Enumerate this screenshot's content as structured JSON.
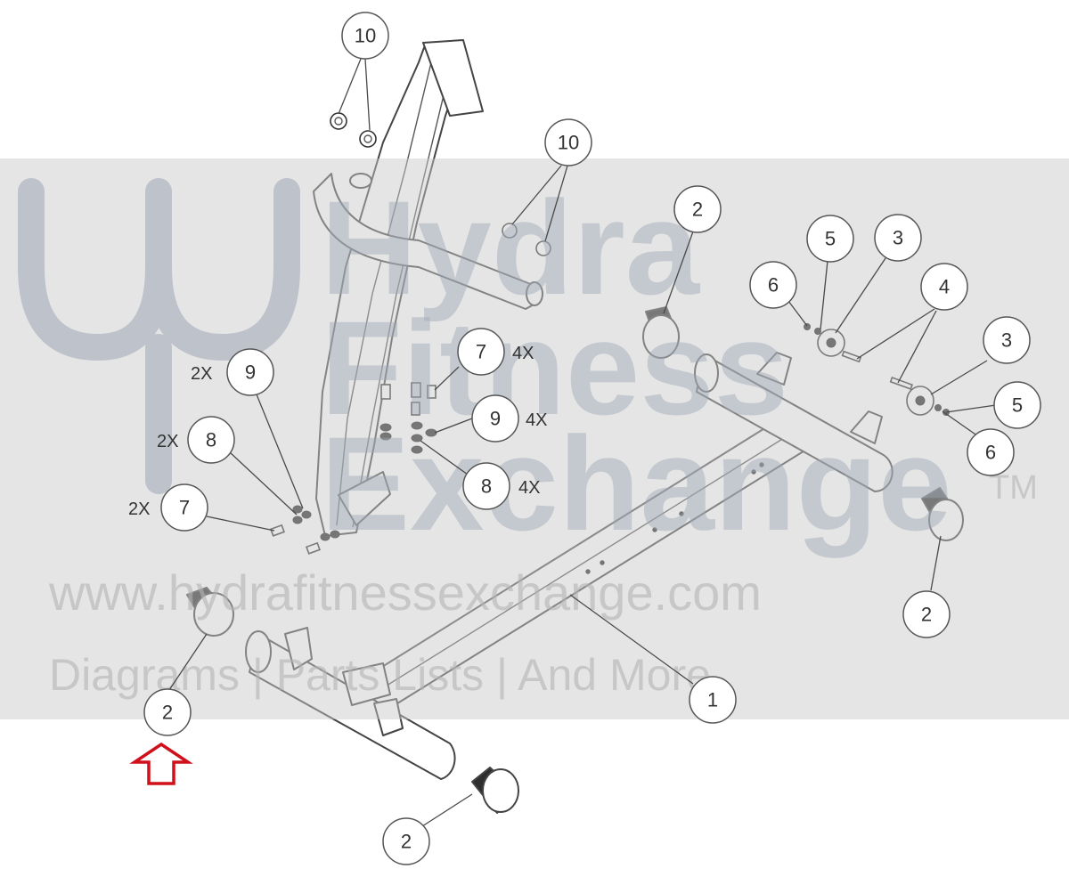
{
  "watermark": {
    "brand_lines": [
      "Hydra",
      "Fitness",
      "Exchange"
    ],
    "trademark": "TM",
    "url": "www.hydrafitnessexchange.com",
    "subtitle": "Diagrams | Parts Lists | And More"
  },
  "callouts": {
    "part_10_top": "10",
    "part_10_mid": "10",
    "part_2_rear_top": "2",
    "part_5_left": "5",
    "part_3_left": "3",
    "part_6_left": "6",
    "part_4": "4",
    "part_3_right": "3",
    "part_5_right": "5",
    "part_6_right": "6",
    "part_9_left": "9",
    "part_8_left": "8",
    "part_7_left": "7",
    "part_7_right": "7",
    "part_9_right": "9",
    "part_8_right": "8",
    "part_2_rear_bottom": "2",
    "part_1": "1",
    "part_2_front_left": "2",
    "part_2_front_bottom": "2"
  },
  "quantities": {
    "part_9_left": "2X",
    "part_8_left": "2X",
    "part_7_left": "2X",
    "part_7_right": "4X",
    "part_9_right": "4X",
    "part_8_right": "4X"
  },
  "highlight": {
    "arrow_color": "#d0101a"
  }
}
